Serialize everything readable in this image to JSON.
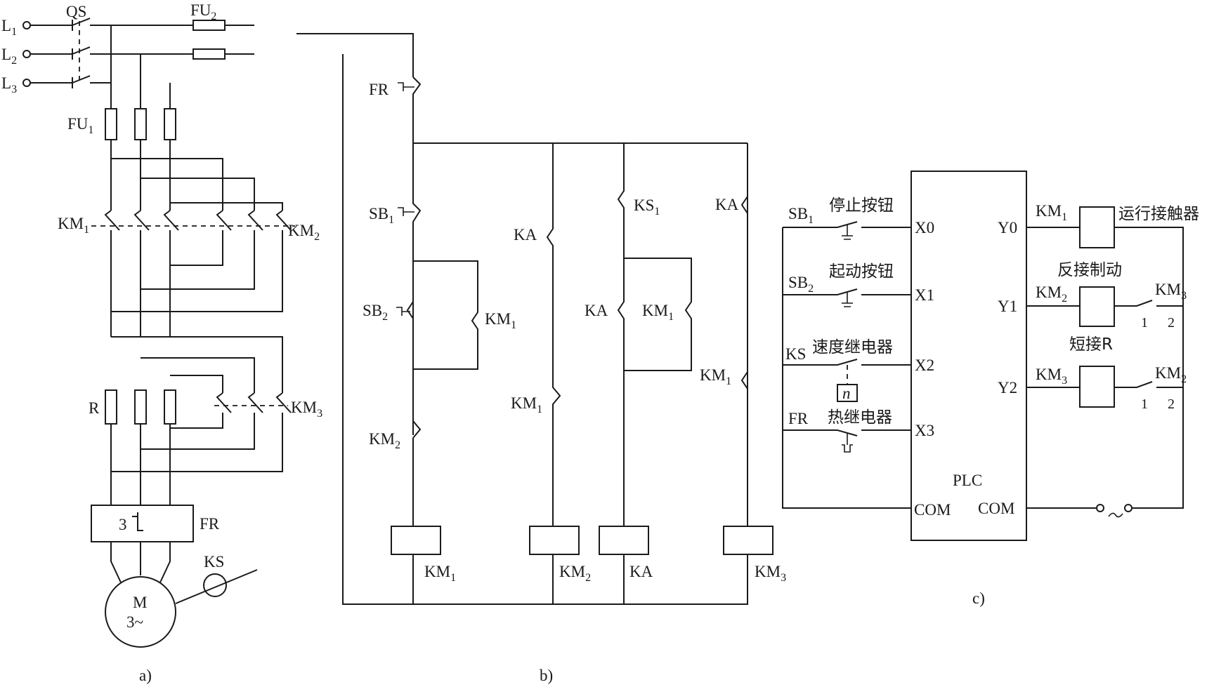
{
  "panel_a": {
    "caption": "a)",
    "phases": [
      {
        "base": "L",
        "sub": "1"
      },
      {
        "base": "L",
        "sub": "2"
      },
      {
        "base": "L",
        "sub": "3"
      }
    ],
    "qs": "QS",
    "fu1": {
      "base": "FU",
      "sub": "1"
    },
    "fu2": {
      "base": "FU",
      "sub": "2"
    },
    "km1": {
      "base": "KM",
      "sub": "1"
    },
    "km2": {
      "base": "KM",
      "sub": "2"
    },
    "km3": {
      "base": "KM",
      "sub": "3"
    },
    "r": "R",
    "fr": "FR",
    "fr_count": "3",
    "motor": "M",
    "motor_rating": "3~",
    "ks": "KS"
  },
  "panel_b": {
    "caption": "b)",
    "fr": "FR",
    "sb1": {
      "base": "SB",
      "sub": "1"
    },
    "sb2": {
      "base": "SB",
      "sub": "2"
    },
    "km1": {
      "base": "KM",
      "sub": "1"
    },
    "km2": {
      "base": "KM",
      "sub": "2"
    },
    "km3": {
      "base": "KM",
      "sub": "3"
    },
    "ka": "KA",
    "ks1": {
      "base": "KS",
      "sub": "1"
    }
  },
  "panel_c": {
    "caption": "c)",
    "plc": "PLC",
    "inputs": [
      {
        "port": "X0",
        "device": "SB",
        "device_sub": "1",
        "desc": "停止按钮"
      },
      {
        "port": "X1",
        "device": "SB",
        "device_sub": "2",
        "desc": "起动按钮"
      },
      {
        "port": "X2",
        "device": "KS",
        "device_sub": "",
        "desc": "速度继电器"
      },
      {
        "port": "X3",
        "device": "FR",
        "device_sub": "",
        "desc": "热继电器"
      }
    ],
    "speed_symbol": "n",
    "com_left": "COM",
    "com_right": "COM",
    "outputs": [
      {
        "port": "Y0",
        "coil": "KM",
        "coil_sub": "1",
        "desc": "运行接触器"
      },
      {
        "port": "Y1",
        "coil": "KM",
        "coil_sub": "2",
        "desc": "反接制动",
        "interlock": "KM",
        "interlock_sub": "3",
        "pin1": "1",
        "pin2": "2"
      },
      {
        "port": "Y2",
        "coil": "KM",
        "coil_sub": "3",
        "desc": "短接R",
        "interlock": "KM",
        "interlock_sub": "2",
        "pin1": "1",
        "pin2": "2"
      }
    ]
  }
}
